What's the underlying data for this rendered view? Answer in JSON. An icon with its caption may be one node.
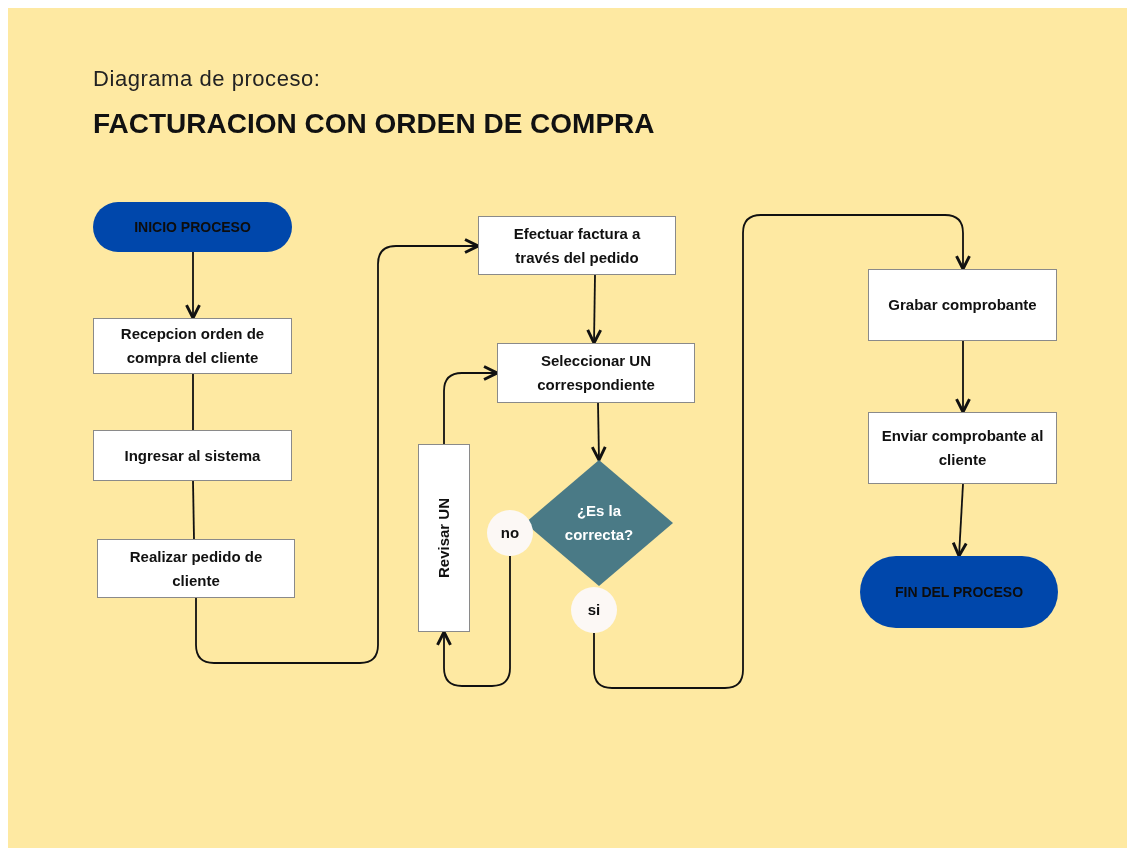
{
  "diagram": {
    "title": "FACTURACION CON ORDEN DE COMPRA",
    "nodes": [
      {
        "text": [
          "INICIO PROCESO"
        ]
      },
      {
        "text": [
          "Recepcion orden de compra del cliente"
        ]
      },
      {
        "text": [
          "Ingresar al sistema"
        ]
      },
      {
        "text": [
          "Realizar pedido de cliente"
        ]
      },
      {
        "text": [
          "Efectuar factura a través del pedido"
        ]
      },
      {
        "text": [
          "Seleccionar UN correspondiente"
        ]
      },
      {
        "text": [
          "Revisar UN"
        ]
      },
      {
        "text": [
          "¿Es la correcta?"
        ]
      },
      {
        "text": [
          "no"
        ]
      },
      {
        "text": [
          "si"
        ]
      },
      {
        "text": [
          "Grabar comprobante"
        ]
      },
      {
        "text": [
          "Enviar comprobante al cliente"
        ]
      },
      {
        "text": [
          "FIN DEL PROCESO"
        ]
      }
    ],
    "edges": [
      {
        "from": 0,
        "to": 1,
        "arrow": "to"
      },
      {
        "from": 1,
        "to": 2,
        "arrow": "none"
      },
      {
        "from": 2,
        "to": 3,
        "arrow": "none"
      },
      {
        "from": 3,
        "to": 4,
        "arrow": "to"
      },
      {
        "from": 4,
        "to": 5,
        "arrow": "to"
      },
      {
        "from": 5,
        "to": 7,
        "arrow": "to"
      },
      {
        "from": 8,
        "to": 6,
        "arrow": "to"
      },
      {
        "from": 6,
        "to": 5,
        "arrow": "to"
      },
      {
        "from": 9,
        "to": 10,
        "arrow": "to"
      },
      {
        "from": 10,
        "to": 11,
        "arrow": "to"
      },
      {
        "from": 11,
        "to": 12,
        "arrow": "to"
      }
    ],
    "labels": [
      "Diagrama de proceso:"
    ]
  }
}
